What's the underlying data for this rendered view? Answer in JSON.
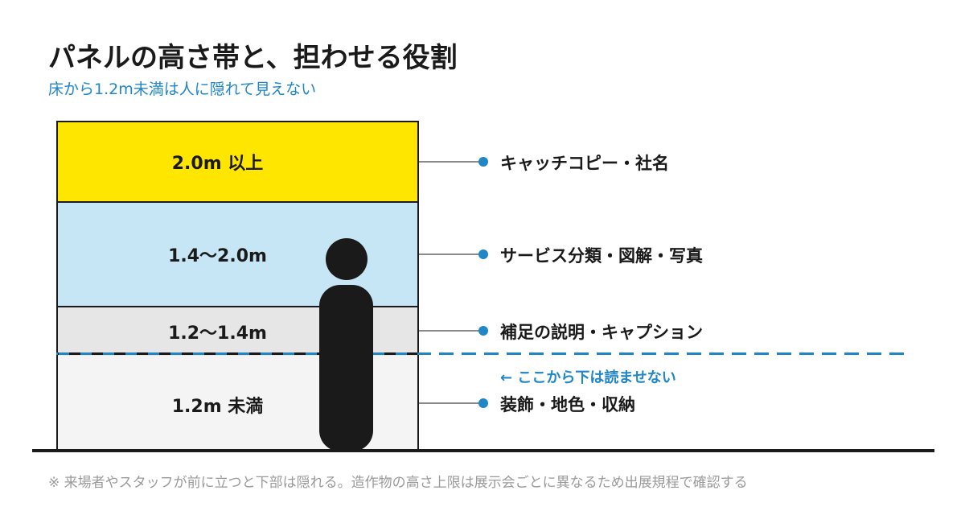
{
  "title": "パネルの高さ帯と、担わせる役割",
  "subtitle": "床から1.2m未満は人に隠れて見えない",
  "bands": [
    {
      "label": "2.0m 以上",
      "role": "キャッチコピー・社名",
      "color": "#ffe600"
    },
    {
      "label": "1.4〜2.0m",
      "role": "サービス分類・図解・写真",
      "color": "#c7e6f5"
    },
    {
      "label": "1.2〜1.4m",
      "role": "補足の説明・キャプション",
      "color": "#e6e6e6"
    },
    {
      "label": "1.2m 未満",
      "role": "装飾・地色・収納",
      "color": "#f4f4f4"
    }
  ],
  "eye_line_note": "← ここから下は読ませない",
  "footnote": "※ 来場者やスタッフが前に立つと下部は隠れる。造作物の高さ上限は展示会ごとに異なるため出展規程で確認する",
  "colors": {
    "accent": "#1f86c8",
    "text": "#1a1a1a",
    "muted": "#9a9a9a",
    "leader": "#8a8a8a"
  }
}
